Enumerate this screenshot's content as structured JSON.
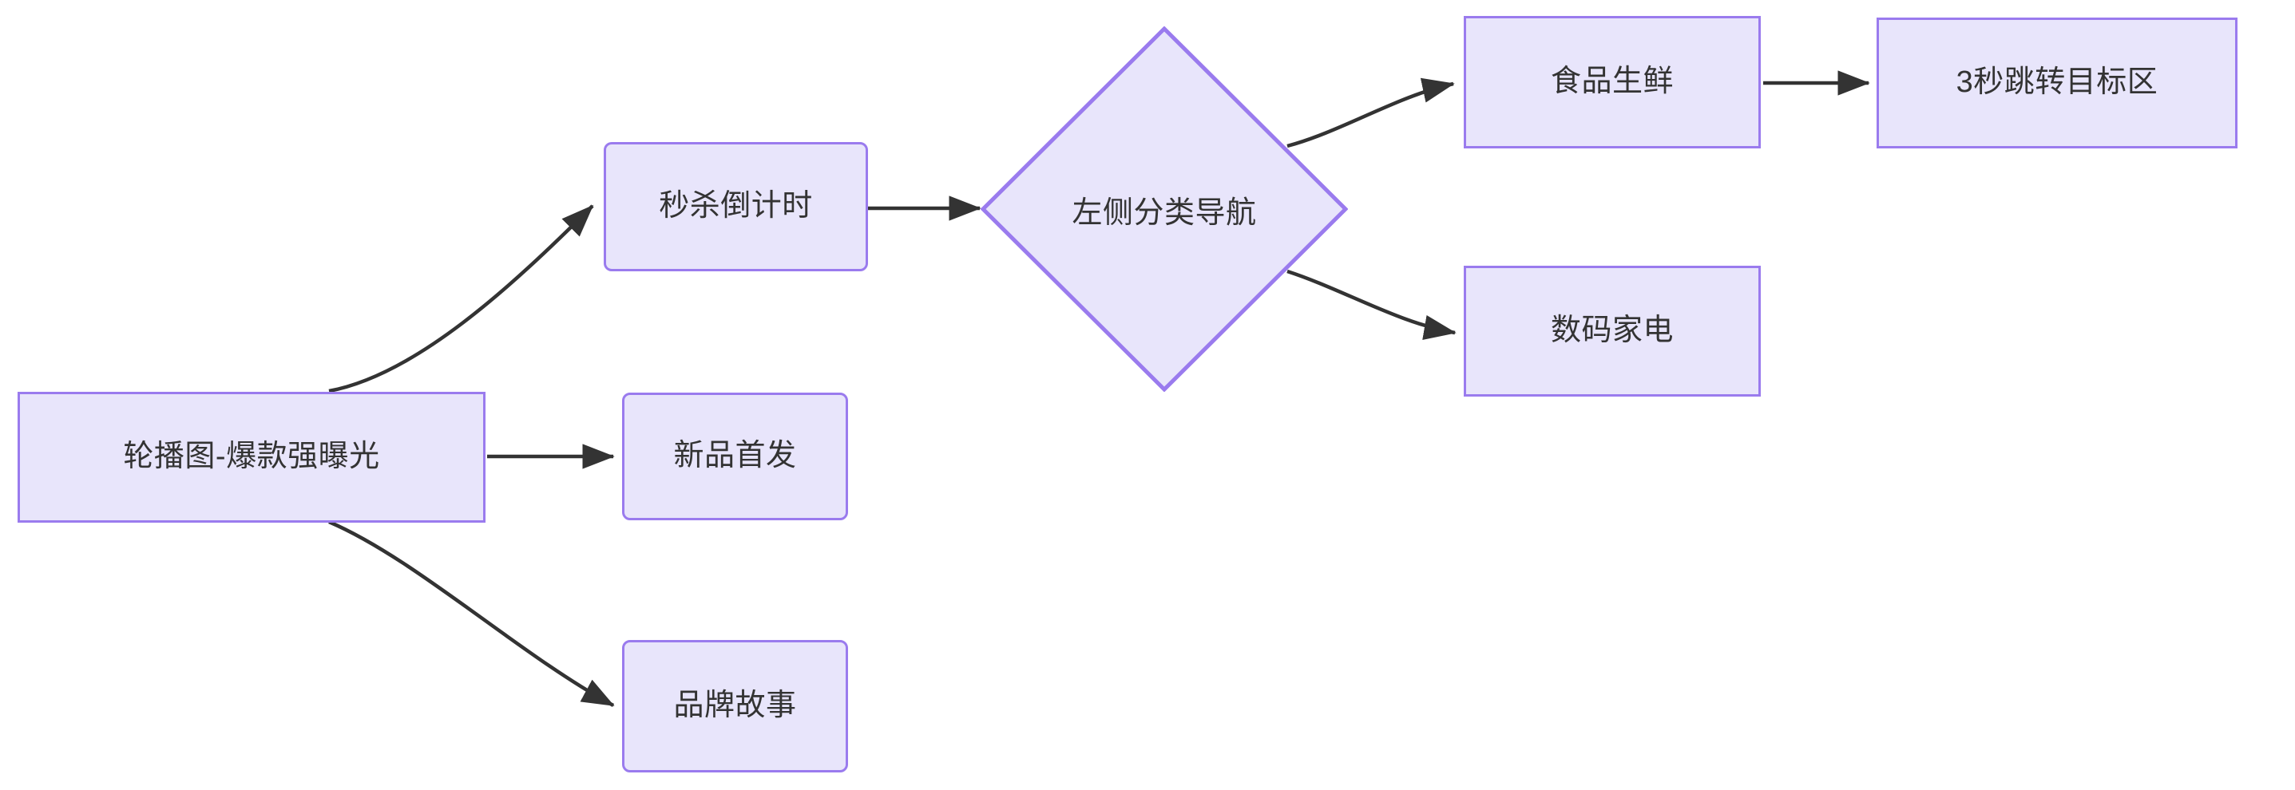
{
  "diagram": {
    "type": "flowchart",
    "direction": "left-to-right",
    "background_color": "#ffffff",
    "node_fill_color": "#e8e5fb",
    "node_border_color": "#9a7bee",
    "node_text_color": "#333333",
    "edge_color": "#333333",
    "nodes": [
      {
        "id": "n1",
        "label": "轮播图-爆款强曝光",
        "shape": "rectangle"
      },
      {
        "id": "n2",
        "label": "秒杀倒计时",
        "shape": "rounded-rectangle"
      },
      {
        "id": "n3",
        "label": "新品首发",
        "shape": "rounded-rectangle"
      },
      {
        "id": "n4",
        "label": "品牌故事",
        "shape": "rounded-rectangle"
      },
      {
        "id": "n5",
        "label": "左侧分类导航",
        "shape": "diamond"
      },
      {
        "id": "n6",
        "label": "食品生鲜",
        "shape": "rectangle"
      },
      {
        "id": "n7",
        "label": "数码家电",
        "shape": "rectangle"
      },
      {
        "id": "n8",
        "label": "3秒跳转目标区",
        "shape": "rectangle"
      }
    ],
    "edges": [
      {
        "from": "n1",
        "to": "n2",
        "style": "curved",
        "arrow": true
      },
      {
        "from": "n1",
        "to": "n3",
        "style": "straight",
        "arrow": true
      },
      {
        "from": "n1",
        "to": "n4",
        "style": "curved",
        "arrow": true
      },
      {
        "from": "n2",
        "to": "n5",
        "style": "straight",
        "arrow": true
      },
      {
        "from": "n5",
        "to": "n6",
        "style": "curved",
        "arrow": true
      },
      {
        "from": "n5",
        "to": "n7",
        "style": "curved",
        "arrow": true
      },
      {
        "from": "n6",
        "to": "n8",
        "style": "straight",
        "arrow": true
      }
    ]
  }
}
